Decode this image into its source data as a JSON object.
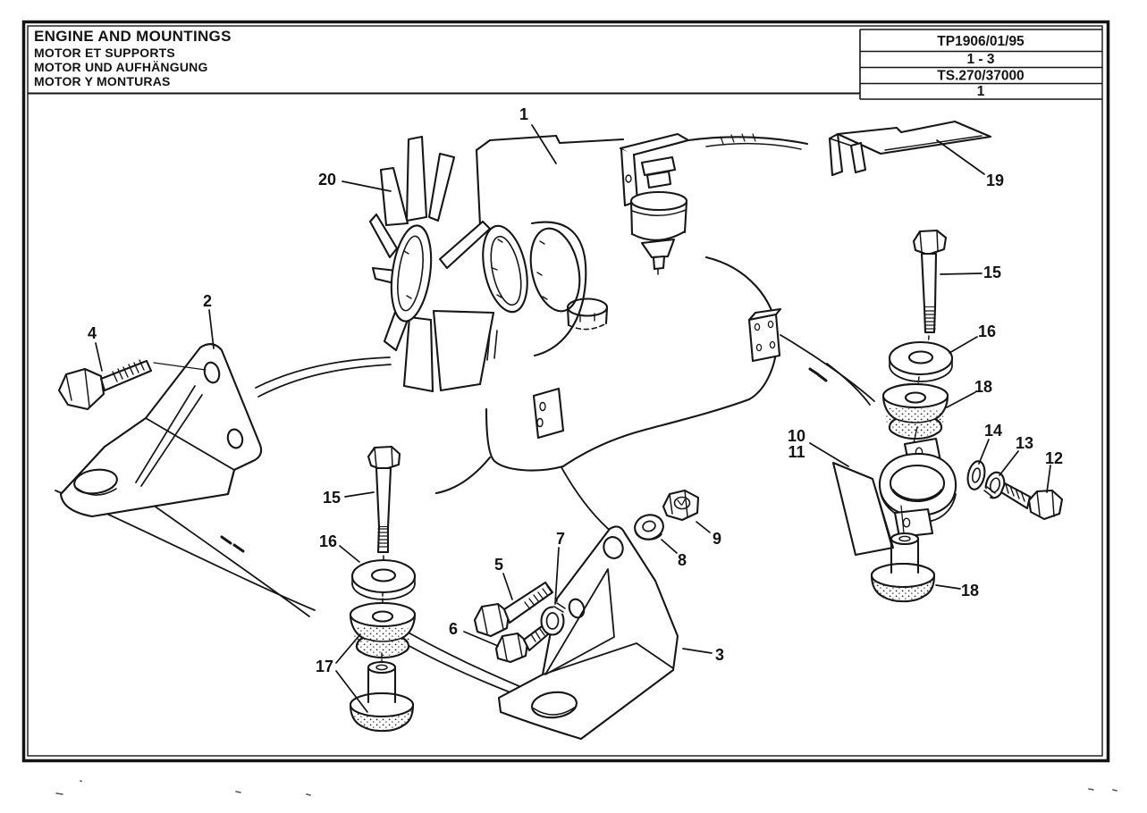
{
  "doc": {
    "title_en": "ENGINE AND MOUNTINGS",
    "title_fr": "MOTOR ET SUPPORTS",
    "title_de": "MOTOR UND AUFHÄNGUNG",
    "title_es": "MOTOR Y MONTURAS",
    "ref_code": "TP1906/01/95",
    "ref_pages": "1 - 3",
    "ref_model": "TS.270/37000",
    "ref_sheet": "1"
  },
  "callouts": {
    "c1": "1",
    "c2": "2",
    "c3": "3",
    "c4": "4",
    "c5": "5",
    "c6": "6",
    "c7": "7",
    "c8": "8",
    "c9": "9",
    "c10": "10",
    "c11": "11",
    "c12": "12",
    "c13": "13",
    "c14": "14",
    "c15a": "15",
    "c15b": "15",
    "c16a": "16",
    "c16b": "16",
    "c17": "17",
    "c18a": "18",
    "c18b": "18",
    "c19": "19",
    "c20": "20"
  },
  "colors": {
    "ink": "#141414",
    "paper": "#ffffff"
  }
}
